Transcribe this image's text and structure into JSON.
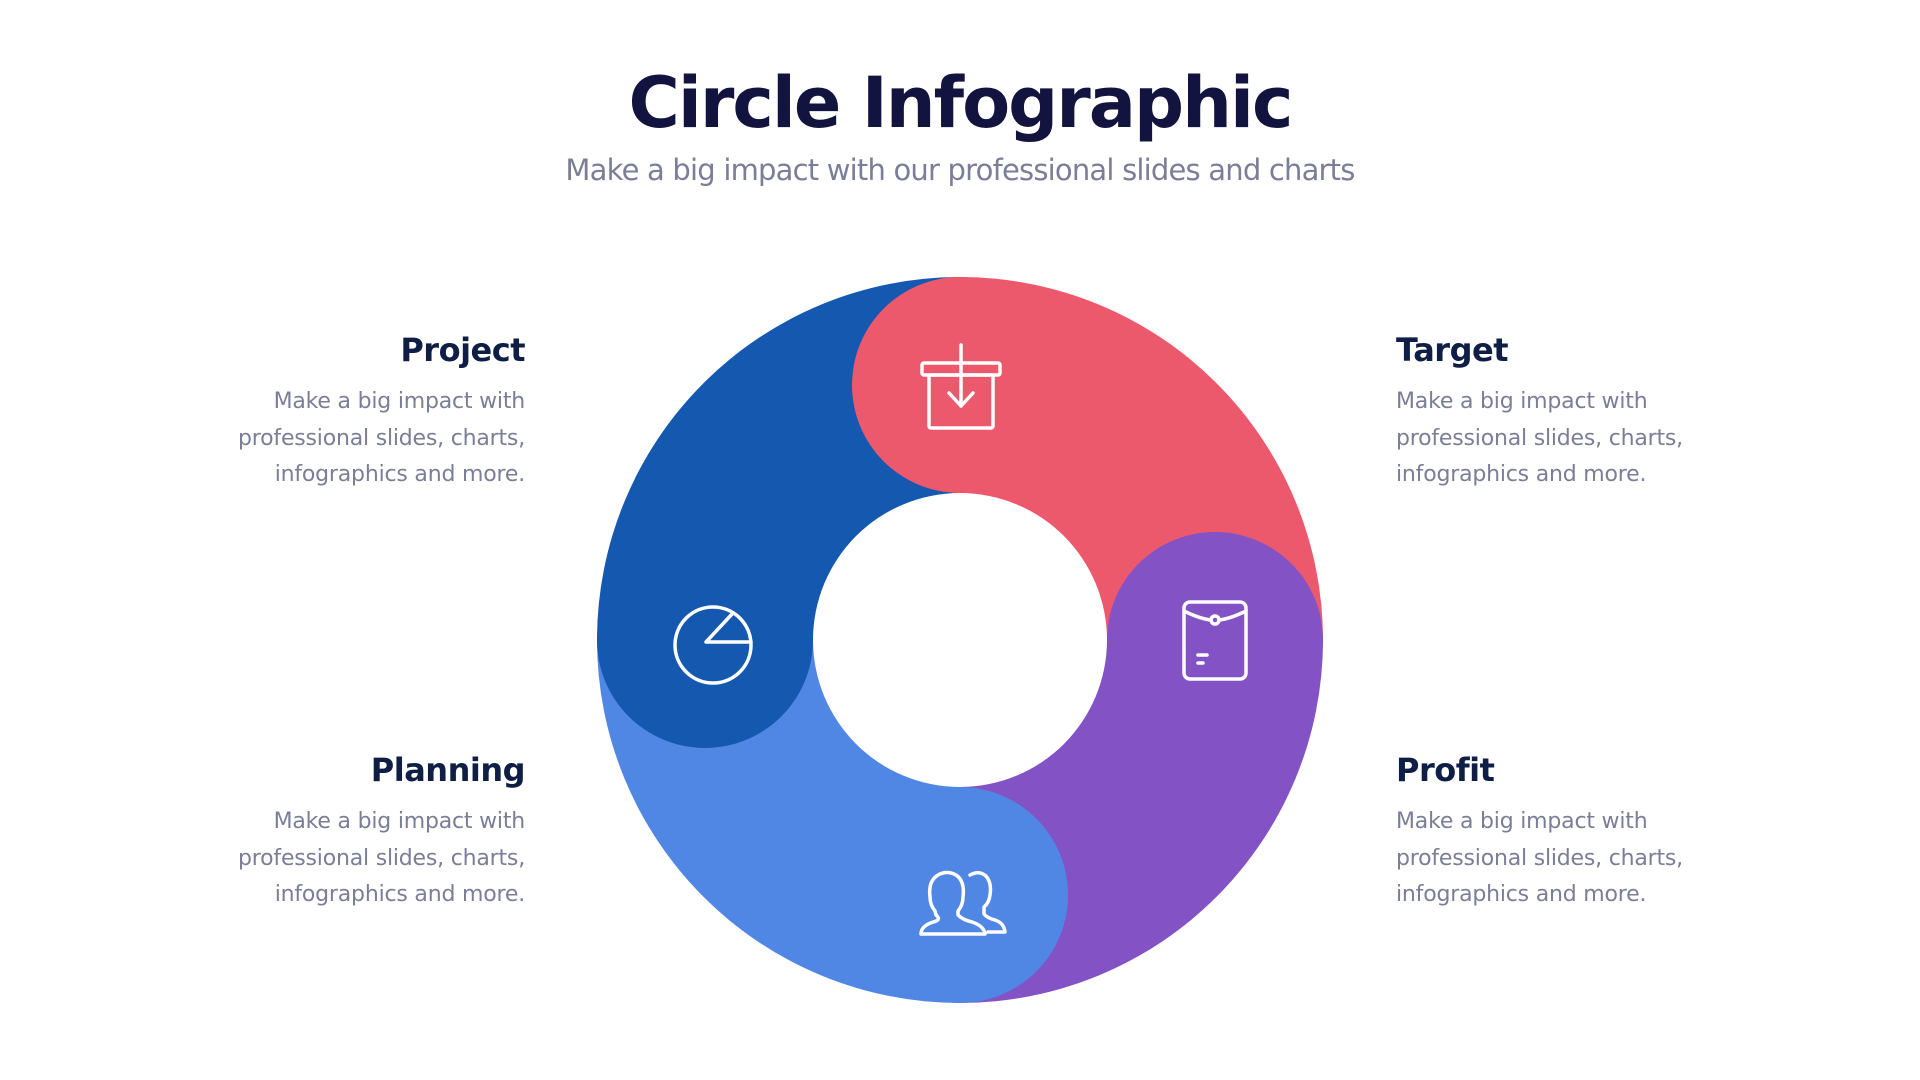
{
  "header": {
    "title": "Circle Infographic",
    "subtitle": "Make a big impact with our professional slides and charts"
  },
  "colors": {
    "title": "#13133F",
    "heading": "#0F1E45",
    "body_text": "#7A7E97",
    "project_segment": "#1558B0",
    "target_segment": "#EC586C",
    "profit_segment": "#8352C4",
    "planning_segment": "#5087E4",
    "icon_stroke": "#FFFFFF"
  },
  "segments": [
    {
      "id": "project",
      "position": "top-left",
      "icon": "pie-chart-icon",
      "color": "#1558B0"
    },
    {
      "id": "target",
      "position": "top-right",
      "icon": "box-download-icon",
      "color": "#EC586C"
    },
    {
      "id": "profit",
      "position": "bottom-right",
      "icon": "envelope-icon",
      "color": "#8352C4"
    },
    {
      "id": "planning",
      "position": "bottom-left",
      "icon": "users-icon",
      "color": "#5087E4"
    }
  ],
  "blocks": {
    "project": {
      "heading": "Project",
      "body": "Make a big impact with professional slides, charts, infographics and more."
    },
    "planning": {
      "heading": "Planning",
      "body": "Make a big impact with professional slides, charts, infographics and more."
    },
    "target": {
      "heading": "Target",
      "body": "Make a big impact with professional slides, charts, infographics and more."
    },
    "profit": {
      "heading": "Profit",
      "body": "Make a big impact with professional slides, charts, infographics and more."
    }
  }
}
